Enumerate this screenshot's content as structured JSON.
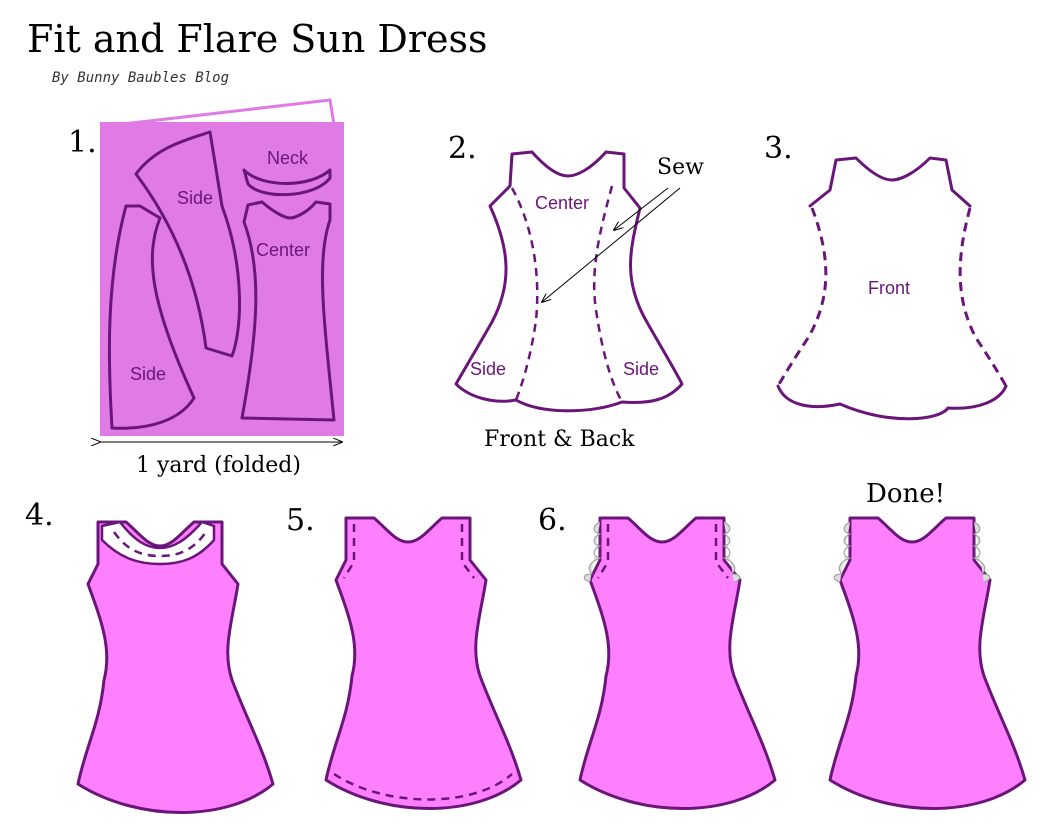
{
  "title": "Fit and Flare Sun Dress",
  "byline": "By Bunny Baubles Blog",
  "colors": {
    "fabric_panel": "#e07be6",
    "dress_fill": "#ff80ff",
    "outline": "#6a1579",
    "ruffle": "#cccccc"
  },
  "steps": {
    "s1": {
      "number": "1.",
      "labels": {
        "side_a": "Side",
        "side_b": "Side",
        "neck": "Neck",
        "center": "Center"
      },
      "caption": "1 yard (folded)"
    },
    "s2": {
      "number": "2.",
      "labels": {
        "center": "Center",
        "side_left": "Side",
        "side_right": "Side",
        "sew": "Sew"
      },
      "caption": "Front & Back"
    },
    "s3": {
      "number": "3.",
      "labels": {
        "front": "Front"
      }
    },
    "s4": {
      "number": "4."
    },
    "s5": {
      "number": "5."
    },
    "s6": {
      "number": "6."
    },
    "s7": {
      "label": "Done!"
    }
  }
}
